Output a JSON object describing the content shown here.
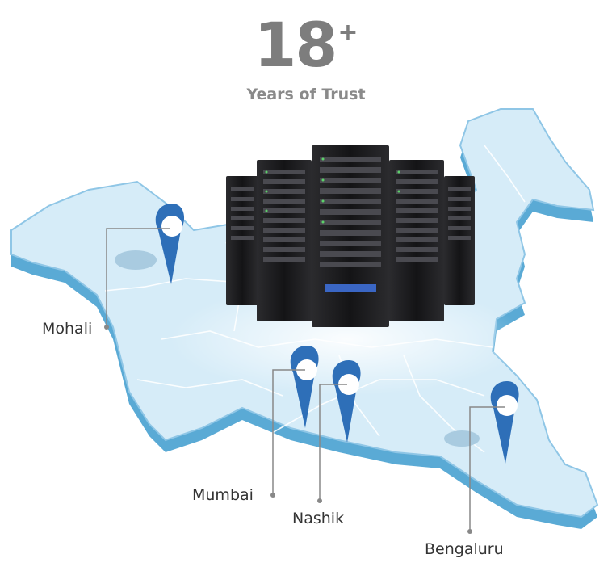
{
  "stat": {
    "number": "18",
    "plus": "+",
    "label": "Years of Trust"
  },
  "locations": [
    {
      "name": "Mohali"
    },
    {
      "name": "Mumbai"
    },
    {
      "name": "Nashik"
    },
    {
      "name": "Bengaluru"
    }
  ],
  "colors": {
    "map_top": "#d6ecf8",
    "map_side": "#5aaad5",
    "pin": "#2e6fb8",
    "server": "#1c1c1e",
    "text": "#333333",
    "stat_text": "#7d7d7d"
  },
  "icons": [
    "location-pin-icon",
    "server-rack-icon"
  ]
}
